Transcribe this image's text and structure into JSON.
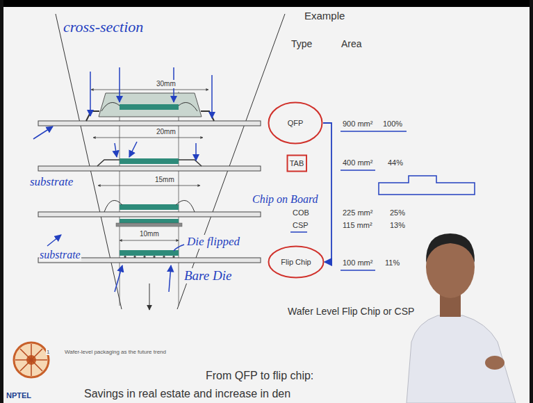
{
  "diagram": {
    "title": "Example",
    "nodes": [
      {
        "text": [
          "QFP"
        ]
      },
      {
        "text": [
          "TAB"
        ]
      },
      {
        "text": [
          "Flip Chip"
        ]
      }
    ],
    "edges": [
      {
        "from": 0,
        "to": 2,
        "arrow": "to"
      }
    ],
    "labels": [
      "cross-section",
      "30mm",
      "20mm",
      "15mm",
      "10mm",
      "substrate",
      "Die flipped",
      "substrate",
      "Bare Die",
      "Wafer-level packaging as the future trend",
      "1",
      "Type",
      "Area",
      "900 mm²",
      "100%",
      "400 mm²",
      "44%",
      "Chip on Board",
      "COB",
      "225 mm²",
      "25%",
      "CSP",
      "115 mm²",
      "13%",
      "100 mm²",
      "11%",
      "Wafer Level Flip Chip or CSP",
      "From QFP to flip chip:",
      "Savings in real estate and increase in den",
      "NPTEL"
    ]
  }
}
